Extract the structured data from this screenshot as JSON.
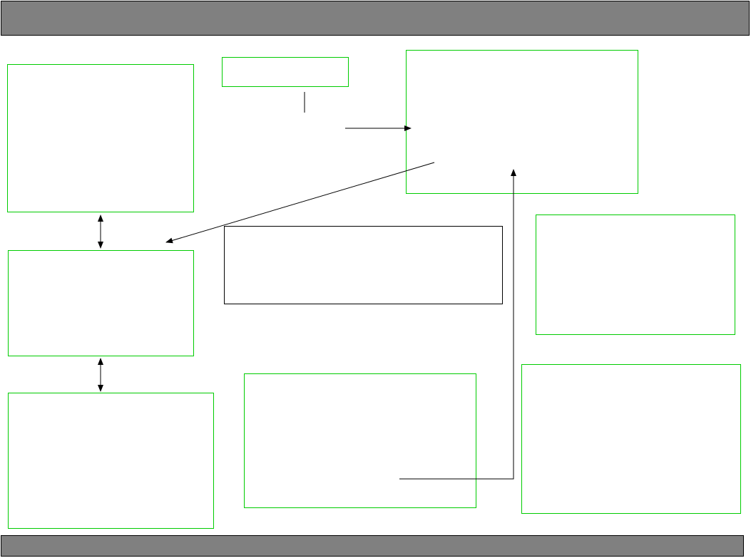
{
  "colors": {
    "header_bar": "#808080",
    "footer_bar": "#808080",
    "box_border_green": "#00cc00",
    "box_border_dark": "#000000",
    "connector": "#000000"
  },
  "nodes": [
    {
      "name": "box-top-left",
      "label": "",
      "border": "green"
    },
    {
      "name": "box-mid-left",
      "label": "",
      "border": "green"
    },
    {
      "name": "box-bottom-left",
      "label": "",
      "border": "green"
    },
    {
      "name": "box-small-top",
      "label": "",
      "border": "green"
    },
    {
      "name": "box-top-right",
      "label": "",
      "border": "green"
    },
    {
      "name": "box-center",
      "label": "",
      "border": "dark"
    },
    {
      "name": "box-right-mid",
      "label": "",
      "border": "green"
    },
    {
      "name": "box-bottom-center",
      "label": "",
      "border": "green"
    },
    {
      "name": "box-bottom-right",
      "label": "",
      "border": "green"
    }
  ]
}
